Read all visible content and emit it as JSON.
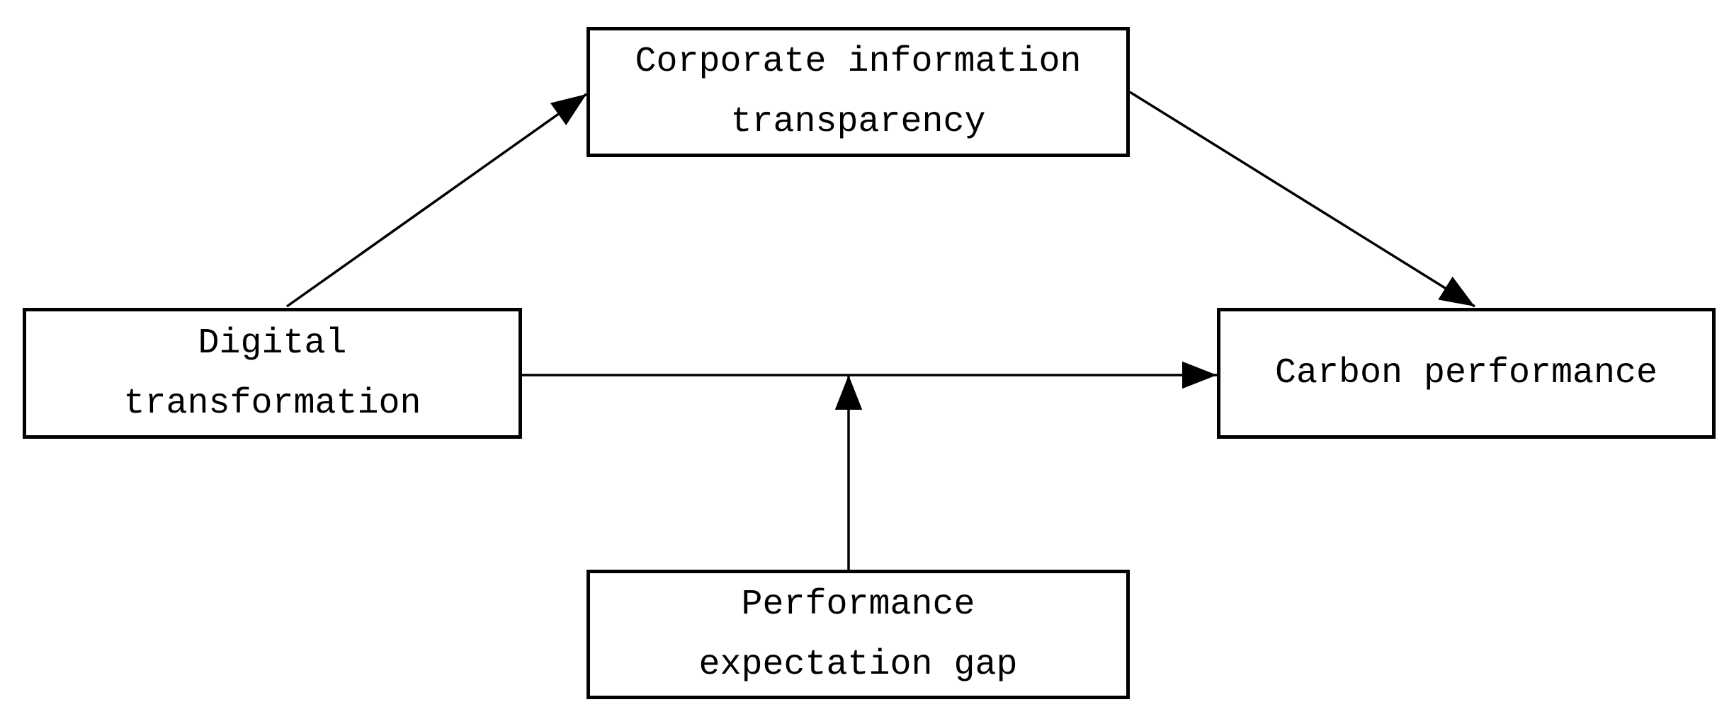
{
  "diagram": {
    "background_color": "#ffffff",
    "line_color": "#000000",
    "box_border_color": "#000000",
    "text_color": "#000000",
    "nodes": [
      {
        "id": "corporate-information-transparency",
        "label": "Corporate information\ntransparency",
        "role": "mediator"
      },
      {
        "id": "digital-transformation",
        "label": "Digital\ntransformation",
        "role": "independent-variable"
      },
      {
        "id": "carbon-performance",
        "label": "Carbon performance",
        "role": "dependent-variable"
      },
      {
        "id": "performance-expectation-gap",
        "label": "Performance\nexpectation gap",
        "role": "moderator"
      }
    ],
    "edges": [
      {
        "from": "digital-transformation",
        "to": "corporate-information-transparency",
        "type": "arrow"
      },
      {
        "from": "corporate-information-transparency",
        "to": "carbon-performance",
        "type": "arrow"
      },
      {
        "from": "digital-transformation",
        "to": "carbon-performance",
        "type": "arrow"
      },
      {
        "from": "performance-expectation-gap",
        "to": "digital-transformation→carbon-performance",
        "type": "moderation-arrow"
      }
    ]
  }
}
